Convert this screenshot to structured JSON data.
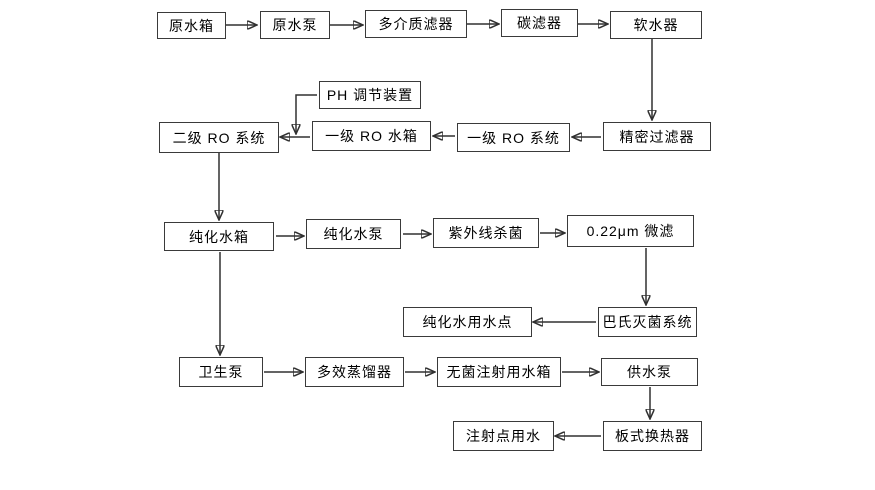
{
  "diagram": {
    "background_color": "#ffffff",
    "box_border_color": "#3a3a3a",
    "line_color": "#303030",
    "text_color": "#000000",
    "nodes": [
      {
        "label": "原水箱"
      },
      {
        "label": "原水泵"
      },
      {
        "label": "多介质滤器"
      },
      {
        "label": "碳滤器"
      },
      {
        "label": "软水器"
      },
      {
        "label": "PH 调节装置"
      },
      {
        "label": "二级 RO 系统"
      },
      {
        "label": "一级 RO 水箱"
      },
      {
        "label": "一级 RO 系统"
      },
      {
        "label": "精密过滤器"
      },
      {
        "label": "纯化水箱"
      },
      {
        "label": "纯化水泵"
      },
      {
        "label": "紫外线杀菌"
      },
      {
        "label": "0.22μm 微滤"
      },
      {
        "label": "纯化水用水点"
      },
      {
        "label": "巴氏灭菌系统"
      },
      {
        "label": "卫生泵"
      },
      {
        "label": "多效蒸馏器"
      },
      {
        "label": "无菌注射用水箱"
      },
      {
        "label": "供水泵"
      },
      {
        "label": "注射点用水"
      },
      {
        "label": "板式换热器"
      }
    ],
    "edges": [
      {
        "from": "原水箱",
        "to": "原水泵"
      },
      {
        "from": "原水泵",
        "to": "多介质滤器"
      },
      {
        "from": "多介质滤器",
        "to": "碳滤器"
      },
      {
        "from": "碳滤器",
        "to": "软水器"
      },
      {
        "from": "软水器",
        "to": "精密过滤器"
      },
      {
        "from": "精密过滤器",
        "to": "一级 RO 系统"
      },
      {
        "from": "一级 RO 系统",
        "to": "一级 RO 水箱"
      },
      {
        "from": "一级 RO 水箱",
        "to": "二级 RO 系统"
      },
      {
        "from": "PH 调节装置",
        "to": "一级 RO 水箱 → 二级 RO 系统 连线"
      },
      {
        "from": "二级 RO 系统",
        "to": "纯化水箱"
      },
      {
        "from": "纯化水箱",
        "to": "纯化水泵"
      },
      {
        "from": "纯化水泵",
        "to": "紫外线杀菌"
      },
      {
        "from": "紫外线杀菌",
        "to": "0.22μm 微滤"
      },
      {
        "from": "0.22μm 微滤",
        "to": "巴氏灭菌系统"
      },
      {
        "from": "巴氏灭菌系统",
        "to": "纯化水用水点"
      },
      {
        "from": "纯化水箱",
        "to": "卫生泵"
      },
      {
        "from": "卫生泵",
        "to": "多效蒸馏器"
      },
      {
        "from": "多效蒸馏器",
        "to": "无菌注射用水箱"
      },
      {
        "from": "无菌注射用水箱",
        "to": "供水泵"
      },
      {
        "from": "供水泵",
        "to": "板式换热器"
      },
      {
        "from": "板式换热器",
        "to": "注射点用水"
      }
    ]
  }
}
